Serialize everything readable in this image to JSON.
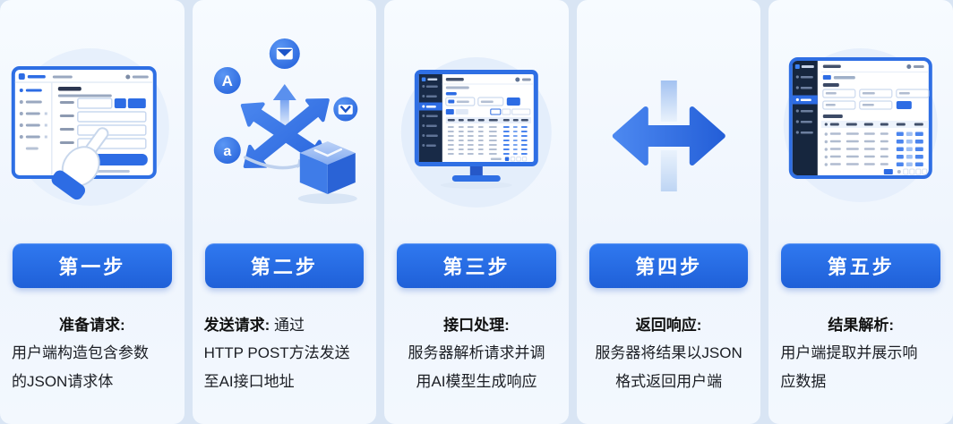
{
  "steps": [
    {
      "pill": "第一步",
      "title": "准备请求:",
      "desc": "用户端构造包含参数\n的JSON请求体"
    },
    {
      "pill": "第二步",
      "title": "发送请求:",
      "desc": " 通过\nHTTP POST方法发送\n至AI接口地址"
    },
    {
      "pill": "第三步",
      "title": "接口处理:",
      "desc": "服务器解析请求并调\n用AI模型生成响应"
    },
    {
      "pill": "第四步",
      "title": "返回响应:",
      "desc": "服务器将结果以JSON\n格式返回用户端"
    },
    {
      "pill": "第五步",
      "title": "结果解析:",
      "desc": "用户端提取并展示响\n应数据"
    }
  ],
  "icons": {
    "badge_letter_top_left": "A",
    "badge_letter_bottom_left": "a"
  },
  "colors": {
    "primary_blue": "#2d6ce4",
    "pill_blue": "#2367e2",
    "card_bg": "#f3f8fe",
    "gap_bg": "#d9e5f4",
    "dark_sidebar": "#17263f",
    "body_text": "#1b1e24"
  }
}
